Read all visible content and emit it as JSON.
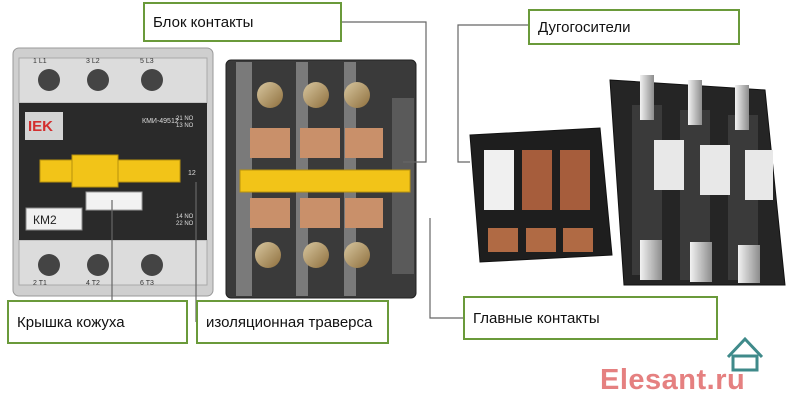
{
  "labels": {
    "block_contacts": "Блок контакты",
    "arc_chutes": "Дугогосители",
    "housing_cover": "Крышка кожуха",
    "insulating_traverse": "изоляционная траверса",
    "main_contacts": "Главные контакты"
  },
  "device": {
    "brand_badge": "IEK",
    "model": "КМИ-49512",
    "designation": "КМ2",
    "top_terminals": [
      "1 L1",
      "3 L2",
      "5 L3"
    ],
    "bottom_terminals": [
      "2 T1",
      "4 T2",
      "6 T3"
    ],
    "aux_top": "21 NO\n13 NO",
    "aux_bottom": "14 NO\n22 NO",
    "side_mark": "12"
  },
  "watermark": {
    "text": "Elesant.ru"
  },
  "colors": {
    "label_border": "#6a9a3a",
    "leader_line": "#666666",
    "traverse_yellow": "#f2c418",
    "body_dark": "#2a2a2a",
    "body_grey": "#cfcfcf",
    "watermark": "#e58080"
  }
}
